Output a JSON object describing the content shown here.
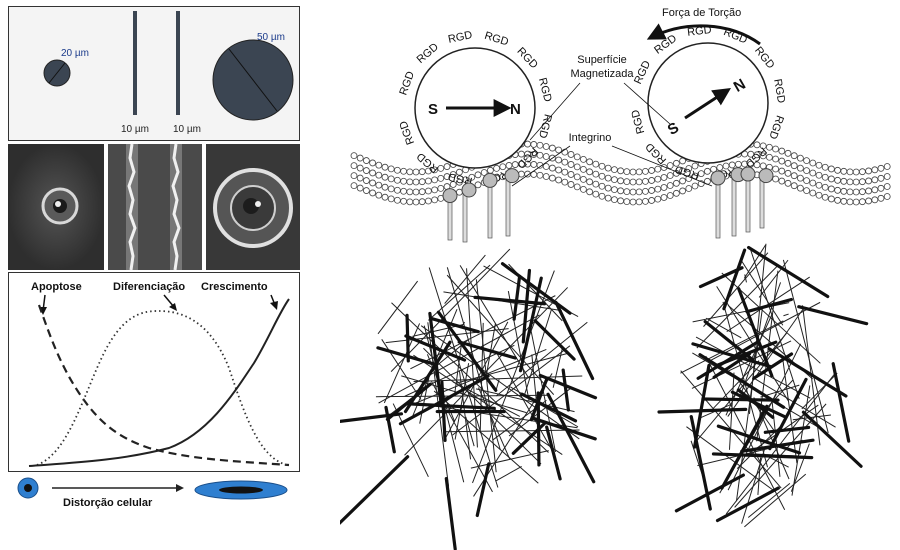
{
  "left_figure": {
    "patterns": {
      "small_label": "20 µm",
      "large_label": "50 µm",
      "line_label_1": "10 µm",
      "line_label_2": "10 µm"
    },
    "graph": {
      "apoptose": "Apoptose",
      "diferenciacao": "Diferenciação",
      "crescimento": "Crescimento"
    },
    "distortion_label": "Distorção celular"
  },
  "right_figure": {
    "torque_label": "Força de Torção",
    "surface_label_line1": "Superfície",
    "surface_label_line2": "Magnetizada",
    "integrin_label": "Integrino",
    "rgd": "RGD",
    "south": "S",
    "north": "N"
  },
  "colors": {
    "cell_blue": "#2f7fd0",
    "pattern_fill": "#3b4552"
  }
}
